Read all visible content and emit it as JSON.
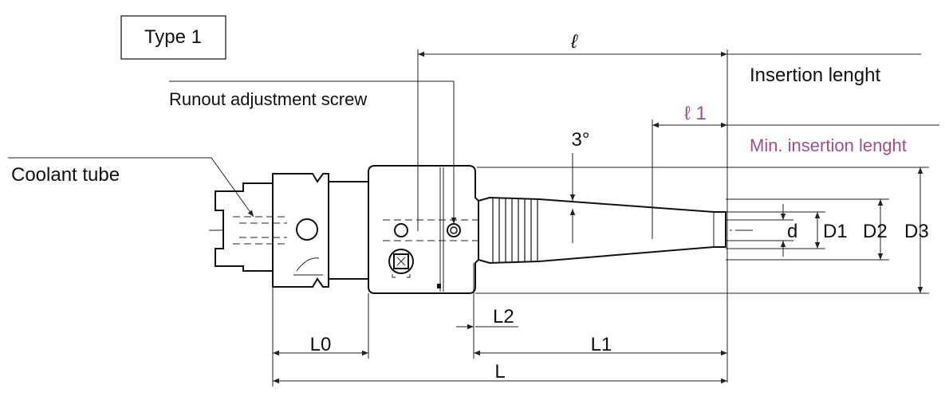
{
  "type_box": {
    "label": "Type 1"
  },
  "labels": {
    "ell": "ℓ",
    "insertion_length": "Insertion lenght",
    "runout_screw": "Runout adjustment screw",
    "ell1": "ℓ 1",
    "min_insertion_length": "Min. insertion lenght",
    "coolant_tube": "Coolant tube",
    "angle": "3°",
    "d": "d",
    "D1": "D1",
    "D2": "D2",
    "D3": "D3",
    "L0": "L0",
    "L1": "L1",
    "L2": "L2",
    "L": "L"
  },
  "colors": {
    "line": "#222222",
    "accent_magenta": "#a0508c"
  }
}
